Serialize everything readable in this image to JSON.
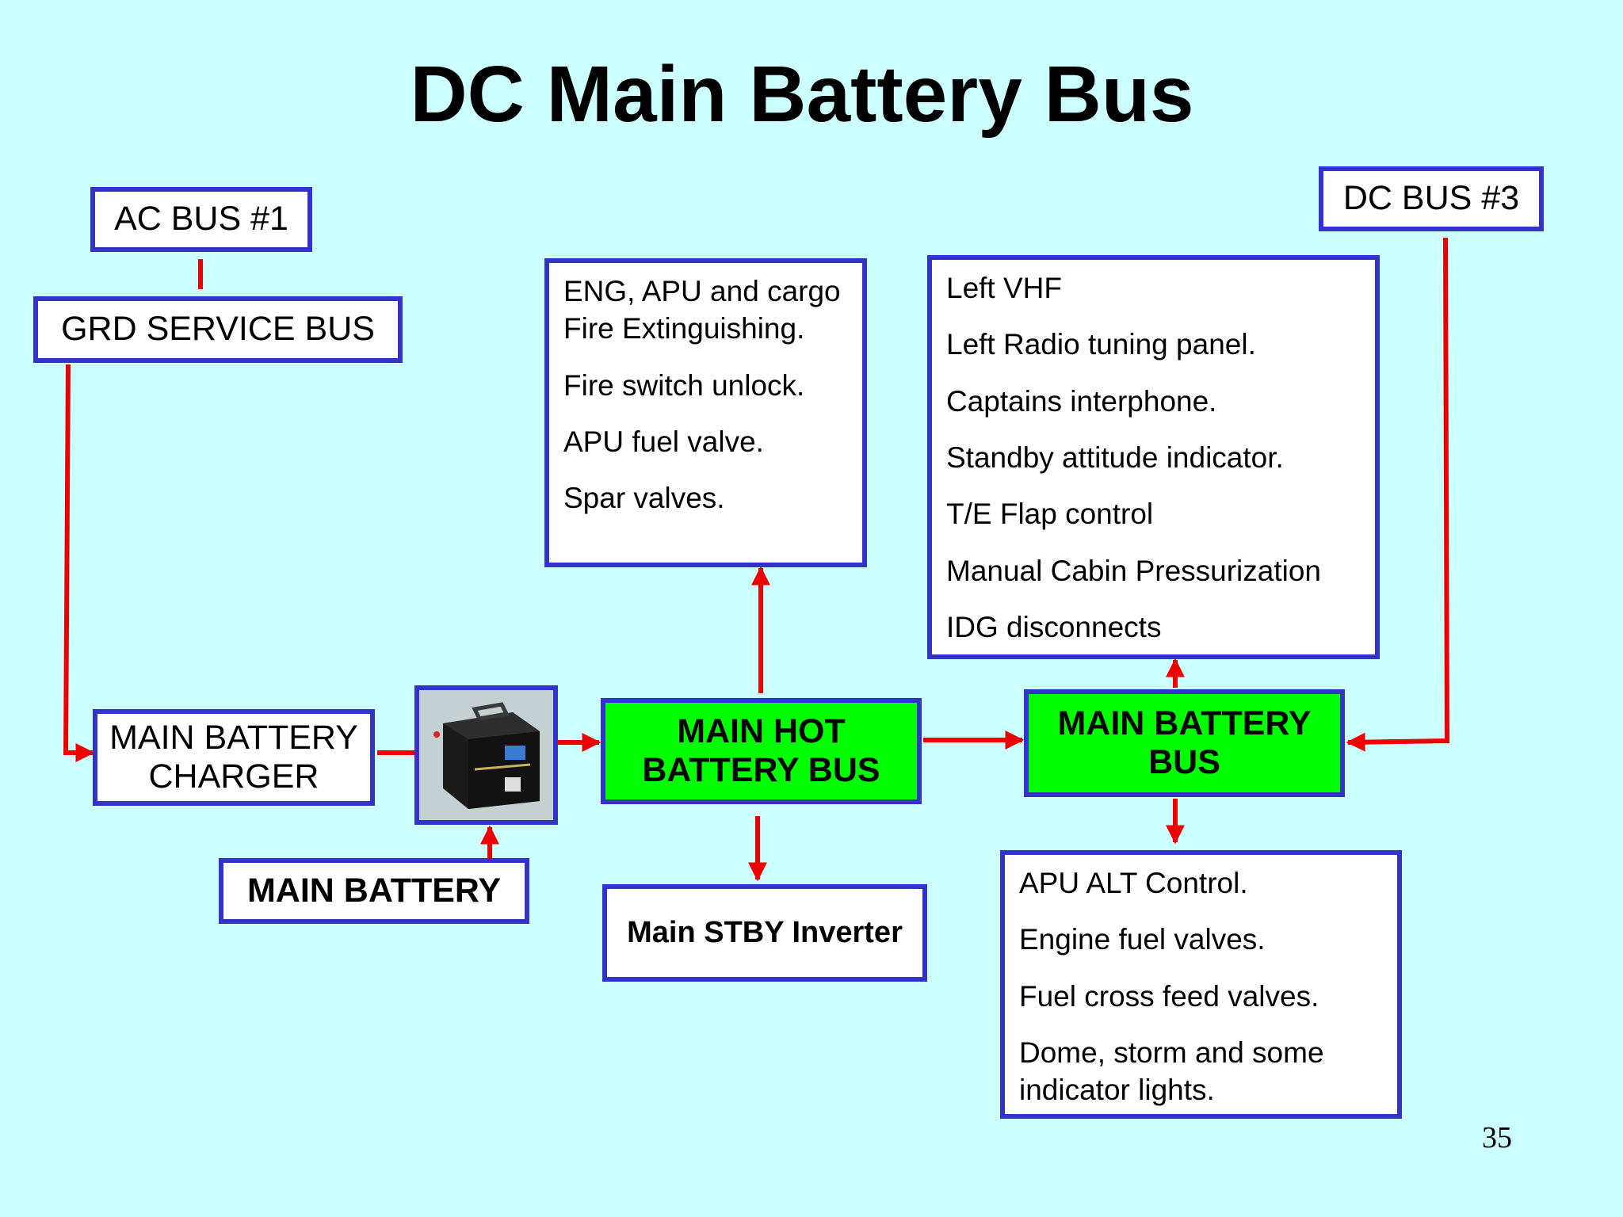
{
  "title": "DC Main Battery Bus",
  "page_number": "35",
  "boxes": {
    "ac_bus_1": "AC BUS #1",
    "grd_service_bus": "GRD SERVICE BUS",
    "dc_bus_3": "DC BUS #3",
    "main_battery_charger": {
      "line1": "MAIN BATTERY",
      "line2": "CHARGER"
    },
    "main_hot_battery_bus": {
      "line1": "MAIN HOT",
      "line2": "BATTERY BUS"
    },
    "main_battery_bus": {
      "line1": "MAIN BATTERY",
      "line2": "BUS"
    },
    "main_battery": "MAIN BATTERY",
    "main_stby_inverter": "Main STBY Inverter"
  },
  "fire_list": {
    "items": [
      "ENG, APU and cargo Fire Extinguishing.",
      "Fire switch unlock.",
      "APU fuel valve.",
      "Spar valves."
    ]
  },
  "upper_right_list": {
    "items": [
      "Left VHF",
      "Left Radio tuning panel.",
      "Captains interphone.",
      "Standby attitude indicator.",
      "T/E Flap control",
      "Manual Cabin Pressurization",
      "IDG disconnects"
    ]
  },
  "lower_right_list": {
    "items": [
      "APU ALT Control.",
      "Engine fuel valves.",
      "Fuel cross feed valves.",
      "Dome, storm and some indicator lights."
    ]
  },
  "colors": {
    "background": "#ccffff",
    "box_border": "#3333cc",
    "bus_fill": "#00ff00",
    "wire": "#ee0000"
  },
  "icons": {
    "battery": "battery-photo"
  }
}
